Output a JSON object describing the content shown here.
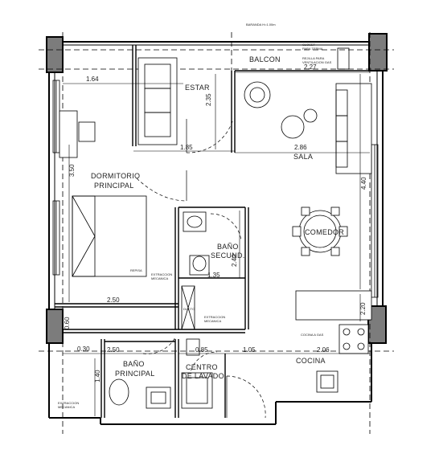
{
  "rooms": {
    "estar": "ESTAR",
    "balcon": "BALCON",
    "sala": "SALA",
    "dormitorio_l1": "DORMITORIO",
    "dormitorio_l2": "PRINCIPAL",
    "comedor": "COMEDOR",
    "bano_secund_l1": "BAÑO",
    "bano_secund_l2": "SECUND.",
    "bano_principal_l1": "BAÑO",
    "bano_principal_l2": "PRINCIPAL",
    "centro_lavado_l1": "CENTRO",
    "centro_lavado_l2": "DE LAVADO",
    "cocina": "COCINA"
  },
  "dimensions": {
    "d_1_64": "1.64",
    "d_2_35": "2.35",
    "d_1_85": "1.85",
    "d_2_86": "2.86",
    "d_2_27": "2.27",
    "d_4_40": "4.40",
    "d_3_50": "3.50",
    "d_2_40": "2.40",
    "d_1_35": "1.35",
    "d_2_50_a": "2.50",
    "d_2_50_b": "2.50",
    "d_0_60": "0.60",
    "d_0_85": "0.85",
    "d_1_05": "1.05",
    "d_2_06": "2.06",
    "d_2_20": "2.20",
    "d_1_40": "1.40",
    "d_0_30": "0.30"
  },
  "notes": {
    "baranda": "BARANDA H=1.00m",
    "closet_l1": "CLOSET",
    "closet_l2": "PARA TERMA",
    "rejilla_l1": "REJILLA PARA",
    "rejilla_l2": "VENTILACION GAS",
    "ducto": "DUCTO",
    "extraccion_a_l1": "EXTRACCION",
    "extraccion_a_l2": "MECANICA",
    "extraccion_b_l1": "EXTRACCION",
    "extraccion_b_l2": "MECANICA",
    "extraccion_c_l1": "EXTRACCION",
    "extraccion_c_l2": "MECANICA",
    "cocina_a_gas": "COCINA A GAS",
    "repisa": "REPISA"
  }
}
